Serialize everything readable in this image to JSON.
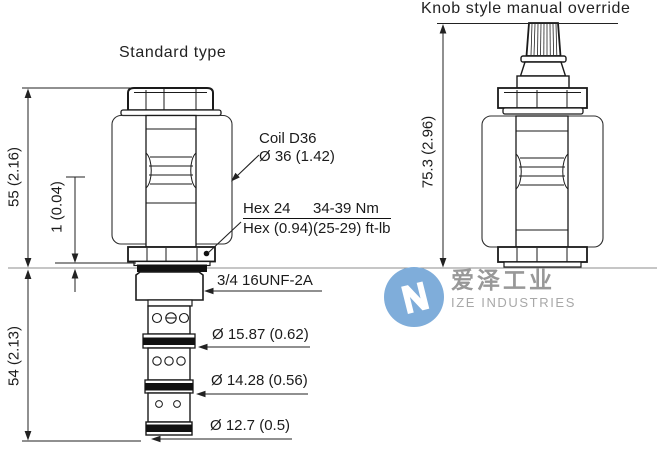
{
  "titles": {
    "left": "Standard type",
    "right": "Knob style manual override"
  },
  "dimensions": {
    "coil_height": "55 (2.16)",
    "protrusion": "1 (0.04)",
    "cartridge_length": "54 (2.13)",
    "override_height": "75.3 (2.96)"
  },
  "labels": {
    "coil_line1": "Coil D36",
    "coil_line2": "Ø 36 (1.42)",
    "hex_line1": "Hex 24",
    "hex_line2": "Hex (0.94)",
    "torque_line1": "34-39 Nm",
    "torque_line2": "(25-29) ft-lb",
    "thread": "3/4 16UNF-2A",
    "dia_1": "Ø 15.87 (0.62)",
    "dia_2": "Ø 14.28 (0.56)",
    "dia_3": "Ø 12.7 (0.5)"
  },
  "watermark": {
    "cn": "爱泽工业",
    "en": "IZE INDUSTRIES",
    "logo_color": "#7fadda"
  },
  "colors": {
    "line": "#1a1a1a",
    "thin_line": "#333333",
    "baseline": "#8e8e8e",
    "oring": "#111111"
  }
}
